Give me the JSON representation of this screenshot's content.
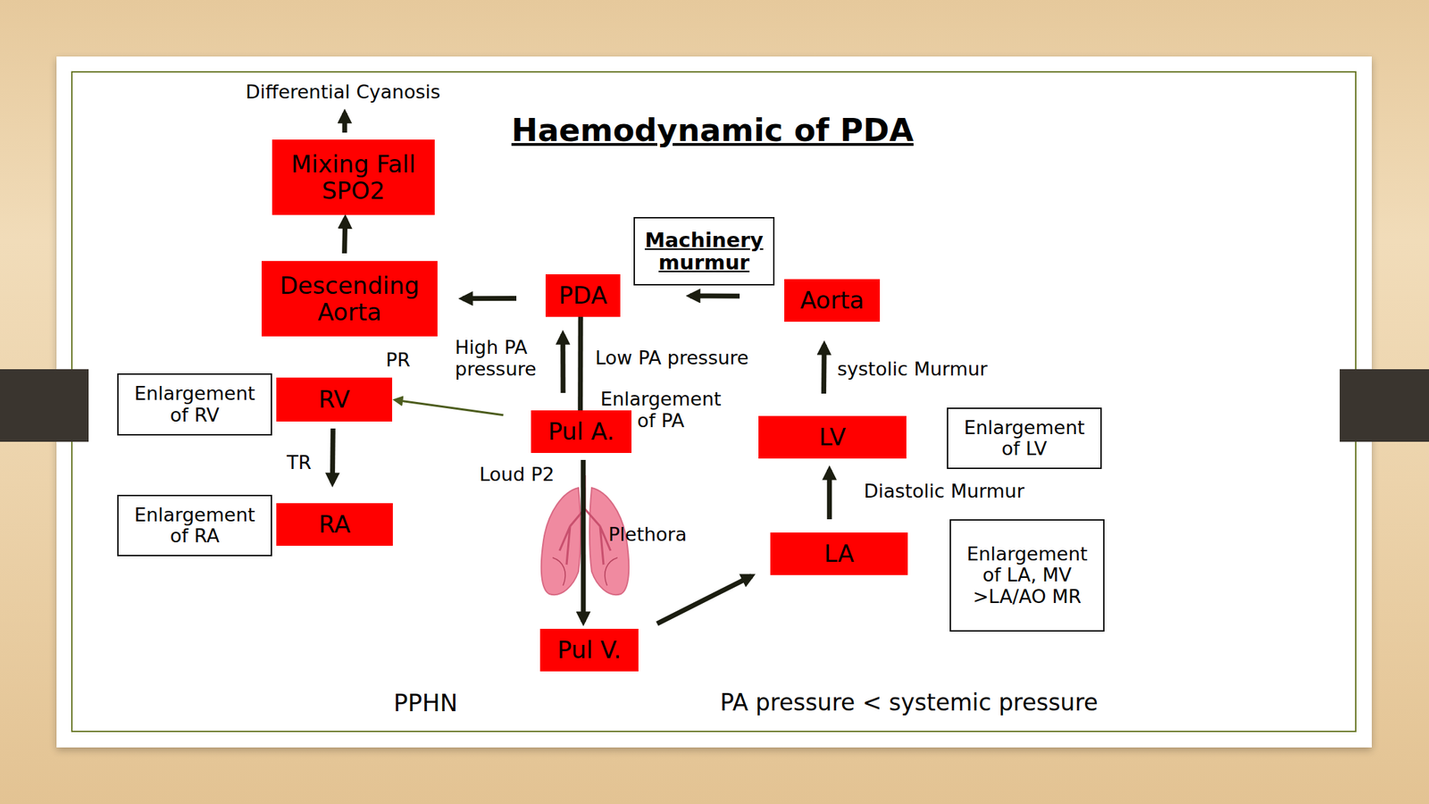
{
  "diagram": {
    "title": "Haemodynamic of PDA",
    "nodes": [
      {
        "text": [
          "Mixing Fall SPO2"
        ]
      },
      {
        "text": [
          "Machinery murmur"
        ]
      },
      {
        "text": [
          "Descending Aorta"
        ]
      },
      {
        "text": [
          "PDA"
        ]
      },
      {
        "text": [
          "Aorta"
        ]
      },
      {
        "text": [
          "Enlargement of RV"
        ]
      },
      {
        "text": [
          "RV"
        ]
      },
      {
        "text": [
          "Pul A."
        ]
      },
      {
        "text": [
          "Enlargement of LV"
        ]
      },
      {
        "text": [
          "LV"
        ]
      },
      {
        "text": [
          "Enlargement of RA"
        ]
      },
      {
        "text": [
          "RA"
        ]
      },
      {
        "text": [
          "LA"
        ]
      },
      {
        "text": [
          "Enlargement of LA, MV >LA/AO MR"
        ]
      },
      {
        "text": [
          "Pul V."
        ]
      }
    ],
    "edges": [
      {
        "from": 4,
        "to": 3,
        "arrow": "to"
      },
      {
        "from": 3,
        "to": 2,
        "arrow": "to"
      },
      {
        "from": 2,
        "to": 0,
        "arrow": "to"
      },
      {
        "from": 7,
        "to": 3,
        "label": "High PA pressure",
        "arrow": "to"
      },
      {
        "from": 3,
        "to": 7,
        "label": "Low PA pressure",
        "arrow": "to"
      },
      {
        "from": 7,
        "to": 6,
        "label": "PR",
        "arrow": "to"
      },
      {
        "from": 6,
        "to": 11,
        "label": "TR",
        "arrow": "to"
      },
      {
        "from": 9,
        "to": 4,
        "label": "systolic Murmur",
        "arrow": "to"
      },
      {
        "from": 12,
        "to": 9,
        "label": "Diastolic Murmur",
        "arrow": "to"
      },
      {
        "from": 7,
        "to": 14,
        "arrow": "to"
      },
      {
        "from": 14,
        "to": 12,
        "arrow": "to"
      }
    ],
    "labels": [
      "Differential Cyanosis",
      "Enlargement of PA",
      "Loud P2",
      "Plethora",
      "PPHN",
      "PA pressure < systemic pressure"
    ]
  }
}
